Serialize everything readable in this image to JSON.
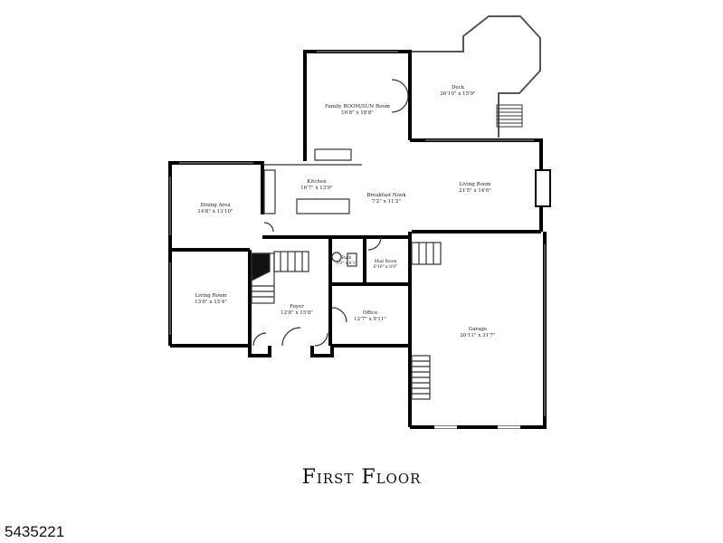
{
  "title": "First Floor",
  "listing_id": "5435221",
  "rooms": [
    {
      "name": "Family ROOM/SUN Room",
      "dims": "16'8\" x 18'8\""
    },
    {
      "name": "Deck",
      "dims": "26'10\" x 15'9\""
    },
    {
      "name": "Kitchen",
      "dims": "16'7\" x 13'9\""
    },
    {
      "name": "Breakfast Nook",
      "dims": "7'2\" x 11'2\""
    },
    {
      "name": "Living Room",
      "dims": "21'5\" x 14'6\""
    },
    {
      "name": "Dining Area",
      "dims": "14'8\" x 13'10\""
    },
    {
      "name": "Bath",
      "dims": "5'0\" x 6'1\""
    },
    {
      "name": "Mud Room",
      "dims": "6'10\" x 8'0\""
    },
    {
      "name": "Living Room",
      "dims": "13'0\" x 15'4\""
    },
    {
      "name": "Foyer",
      "dims": "12'8\" x 15'8\""
    },
    {
      "name": "Office",
      "dims": "12'7\" x 9'11\""
    },
    {
      "name": "Garage",
      "dims": "20'11\" x 31'7\""
    }
  ]
}
